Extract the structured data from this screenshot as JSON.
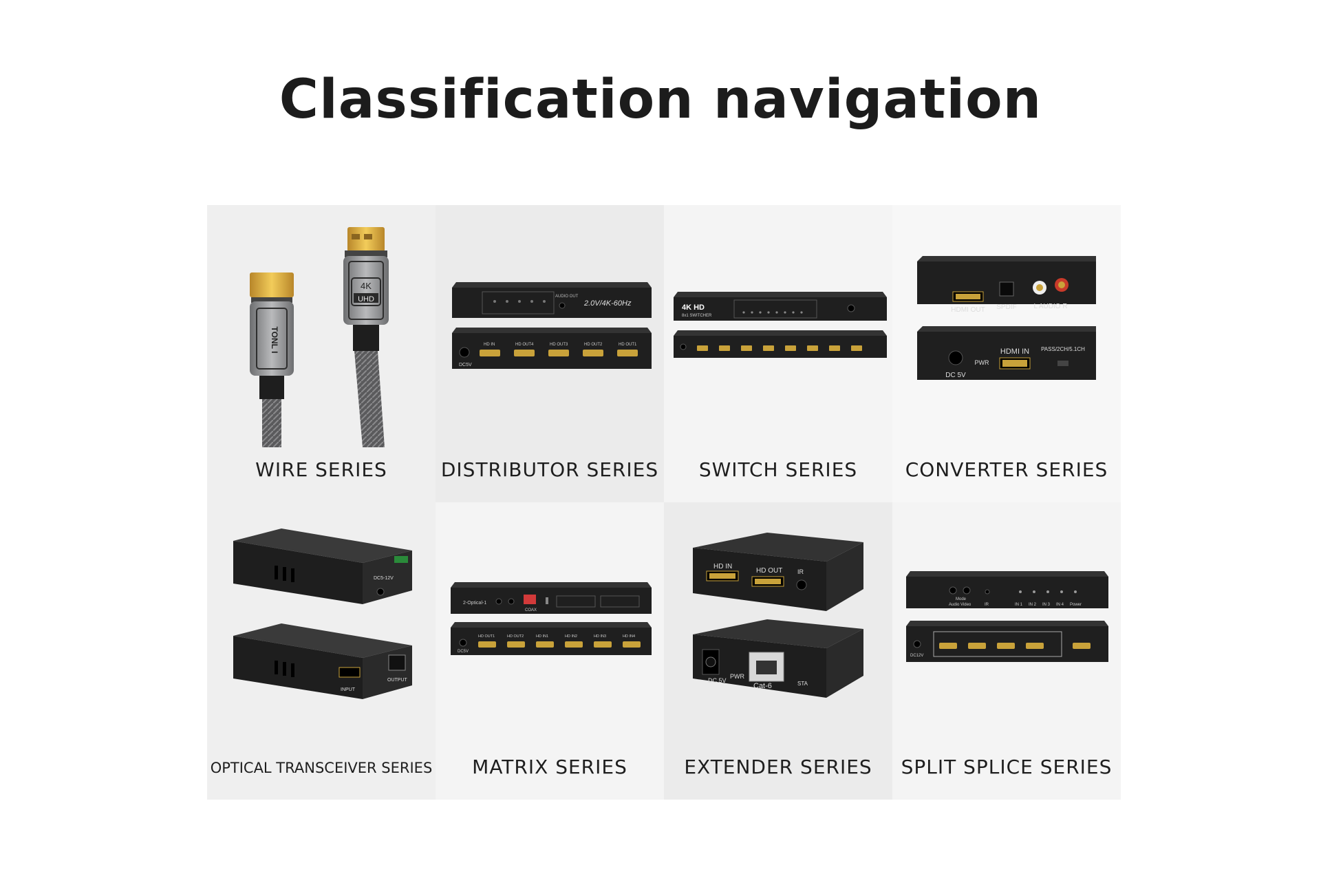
{
  "page": {
    "title": "Classification navigation",
    "background": "#ffffff"
  },
  "categories": [
    {
      "label": "WIRE SERIES",
      "icon": "hdmi-cable-icon",
      "product_text": {
        "connector_top": "4K",
        "connector_bottom": "UHD",
        "brand": "TONL I"
      }
    },
    {
      "label": "DISTRIBUTOR SERIES",
      "icon": "hdmi-splitter-icon",
      "product_text": {
        "spec": "2.0V/4K-60Hz",
        "audio_out": "AUDIO OUT",
        "dc": "DC5V",
        "ports": [
          "HD IN",
          "HD OUT4",
          "HD OUT3",
          "HD OUT2",
          "HD OUT1"
        ]
      }
    },
    {
      "label": "SWITCH SERIES",
      "icon": "hdmi-switcher-icon",
      "product_text": {
        "brand": "4K HD",
        "model": "8x1 SWITCHER"
      }
    },
    {
      "label": "CONVERTER SERIES",
      "icon": "audio-converter-icon",
      "product_text": {
        "hdmi_out": "HDMI OUT",
        "spdif": "SPDIF",
        "audio": "L AUDIO R",
        "hdmi_in": "HDMI IN",
        "mode": "PASS/2CH/5.1CH",
        "pwr": "PWR",
        "dc": "DC 5V"
      }
    },
    {
      "label": "OPTICAL TRANSCEIVER SERIES",
      "icon": "optical-transceiver-icon",
      "product_text": {
        "dc": "DC5-12V",
        "input": "INPUT",
        "output": "OUTPUT"
      }
    },
    {
      "label": "MATRIX SERIES",
      "icon": "hdmi-matrix-icon",
      "product_text": {
        "optical": "2-Optical-1",
        "coax": "COAX",
        "dc": "DC5V",
        "ports": [
          "HD OUT1",
          "HD OUT2",
          "HD IN1",
          "HD IN2",
          "HD IN3",
          "HD IN4"
        ]
      }
    },
    {
      "label": "EXTENDER SERIES",
      "icon": "hdmi-extender-icon",
      "product_text": {
        "hd_in": "HD IN",
        "hd_out": "HD OUT",
        "ir": "IR",
        "dc": "DC 5V",
        "pwr": "PWR",
        "cable": "Cat-6",
        "sta": "STA"
      }
    },
    {
      "label": "SPLIT SPLICE SERIES",
      "icon": "multiviewer-icon",
      "product_text": {
        "mode": "Mode",
        "av": "Audio  Video",
        "ir": "IR",
        "inputs": [
          "IN 1",
          "IN 2",
          "IN 3",
          "IN 4"
        ],
        "power": "Power",
        "dc": "DC12V"
      }
    }
  ],
  "colors": {
    "device_body": "#1f1f1f",
    "device_side": "#0d0d0d",
    "gold": "#d9a93a",
    "label": "#1e1e1e"
  }
}
